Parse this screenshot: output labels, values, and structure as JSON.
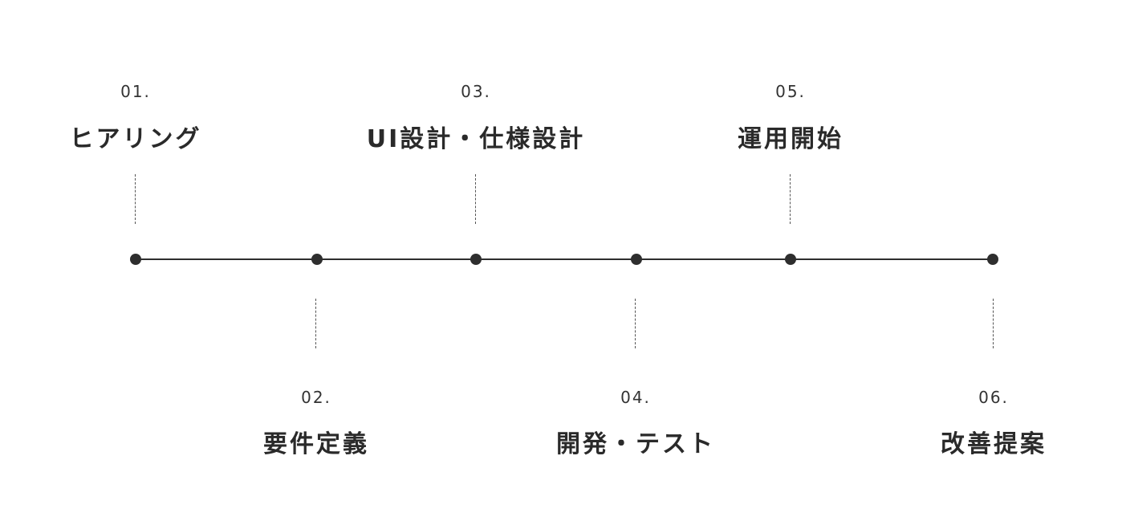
{
  "steps": [
    {
      "number": "01.",
      "title": "ヒアリング"
    },
    {
      "number": "02.",
      "title": "要件定義"
    },
    {
      "number": "03.",
      "title": "UI設計・仕様設計"
    },
    {
      "number": "04.",
      "title": "開発・テスト"
    },
    {
      "number": "05.",
      "title": "運用開始"
    },
    {
      "number": "06.",
      "title": "改善提案"
    }
  ],
  "colors": {
    "line": "#2e2e2e",
    "text": "#2a2a2a"
  }
}
